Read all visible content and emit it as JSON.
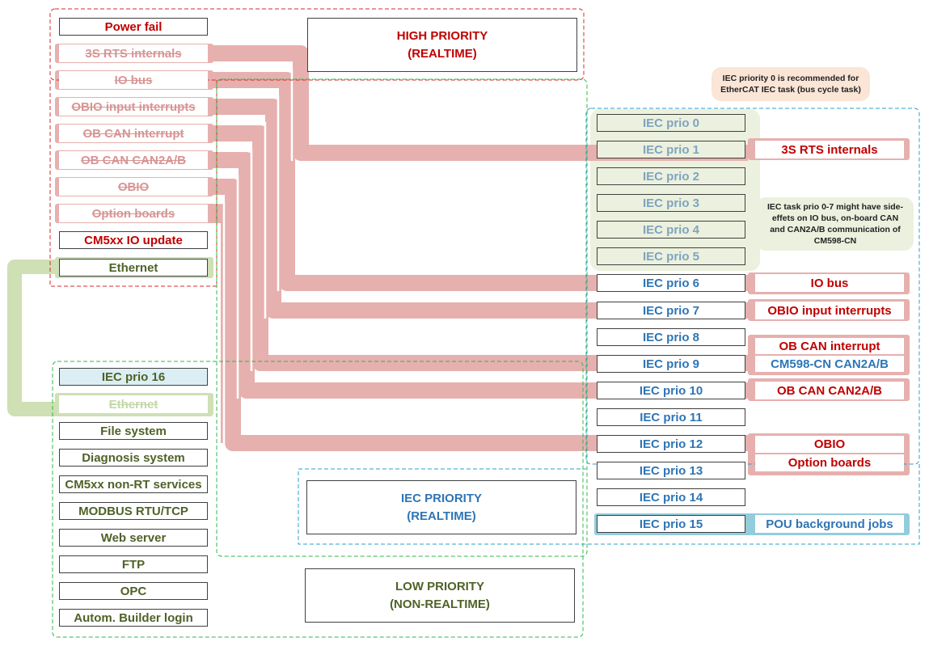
{
  "titles": {
    "high": [
      "HIGH PRIORITY",
      "(REALTIME)"
    ],
    "iec": [
      "IEC PRIORITY",
      "(REALTIME)"
    ],
    "low": [
      "LOW PRIORITY",
      "(NON-REALTIME)"
    ]
  },
  "left_high": [
    "Power fail",
    "3S RTS internals",
    "IO bus",
    "OBIO input interrupts",
    "OB CAN interrupt",
    "OB CAN CAN2A/B",
    "OBIO",
    "Option boards",
    "CM5xx IO update",
    "Ethernet"
  ],
  "left_low": [
    "IEC prio 16",
    "Ethernet",
    "File system",
    "Diagnosis system",
    "CM5xx non-RT services",
    "MODBUS RTU/TCP",
    "Web server",
    "FTP",
    "OPC",
    "Autom. Builder login"
  ],
  "iec_prios": [
    "IEC prio 0",
    "IEC prio 1",
    "IEC prio 2",
    "IEC prio 3",
    "IEC prio 4",
    "IEC prio 5",
    "IEC prio 6",
    "IEC prio 7",
    "IEC prio 8",
    "IEC prio 9",
    "IEC prio 10",
    "IEC prio 11",
    "IEC prio 12",
    "IEC prio 13",
    "IEC prio 14",
    "IEC prio 15"
  ],
  "right_labels": {
    "rts": "3S RTS internals",
    "iobus": "IO bus",
    "obio_int": "OBIO input interrupts",
    "obcan_int": "OB CAN interrupt",
    "cm598": "CM598-CN CAN2A/B",
    "obcan": "OB CAN CAN2A/B",
    "obio": "OBIO",
    "option": "Option boards",
    "pou": "POU background jobs"
  },
  "notes": {
    "prio0": [
      "IEC priority 0 is recommended for",
      "EtherCAT IEC task (bus cycle task)"
    ],
    "sideeffects": [
      "IEC task prio 0-7 might have side-",
      "effets on IO bus, on-board CAN",
      "and CAN2A/B communication of",
      "CM598-CN"
    ]
  },
  "colors": {
    "red_text": "#c00000",
    "green_text": "#4f6228",
    "blue_text": "#2e75b6",
    "red_band": "#e6b0ae",
    "green_band": "#cfe0b4",
    "blue_band": "#92cddc"
  }
}
